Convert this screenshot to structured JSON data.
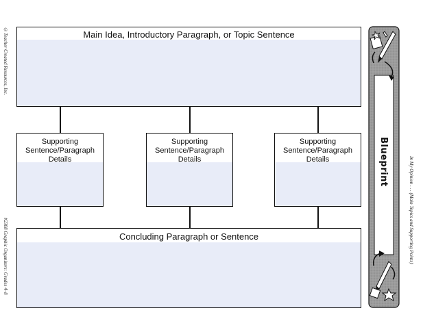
{
  "side_text": {
    "copyright": "©Teacher Created Resources, Inc.",
    "book_ref": "#2308 Graphic Organizers: Grades 4–8",
    "page_title": "In My Opinion . . . (Main Topics and Supporting Points)"
  },
  "organizer": {
    "main_box_title": "Main Idea, Introductory Paragraph, or Topic Sentence",
    "supporting": [
      {
        "label": "Supporting Sentence/Paragraph Details"
      },
      {
        "label": "Supporting Sentence/Paragraph Details"
      },
      {
        "label": "Supporting Sentence/Paragraph Details"
      }
    ],
    "conclusion_title": "Concluding Paragraph or Sentence"
  },
  "sidebar": {
    "label": "Blueprint",
    "top_icon": "pencil-paper-icon",
    "bottom_icon": "pencil-star-icon"
  },
  "colors": {
    "box_fill": "#e8ecf8",
    "sidebar_gray": "#9c9c9c",
    "border": "#111111"
  }
}
